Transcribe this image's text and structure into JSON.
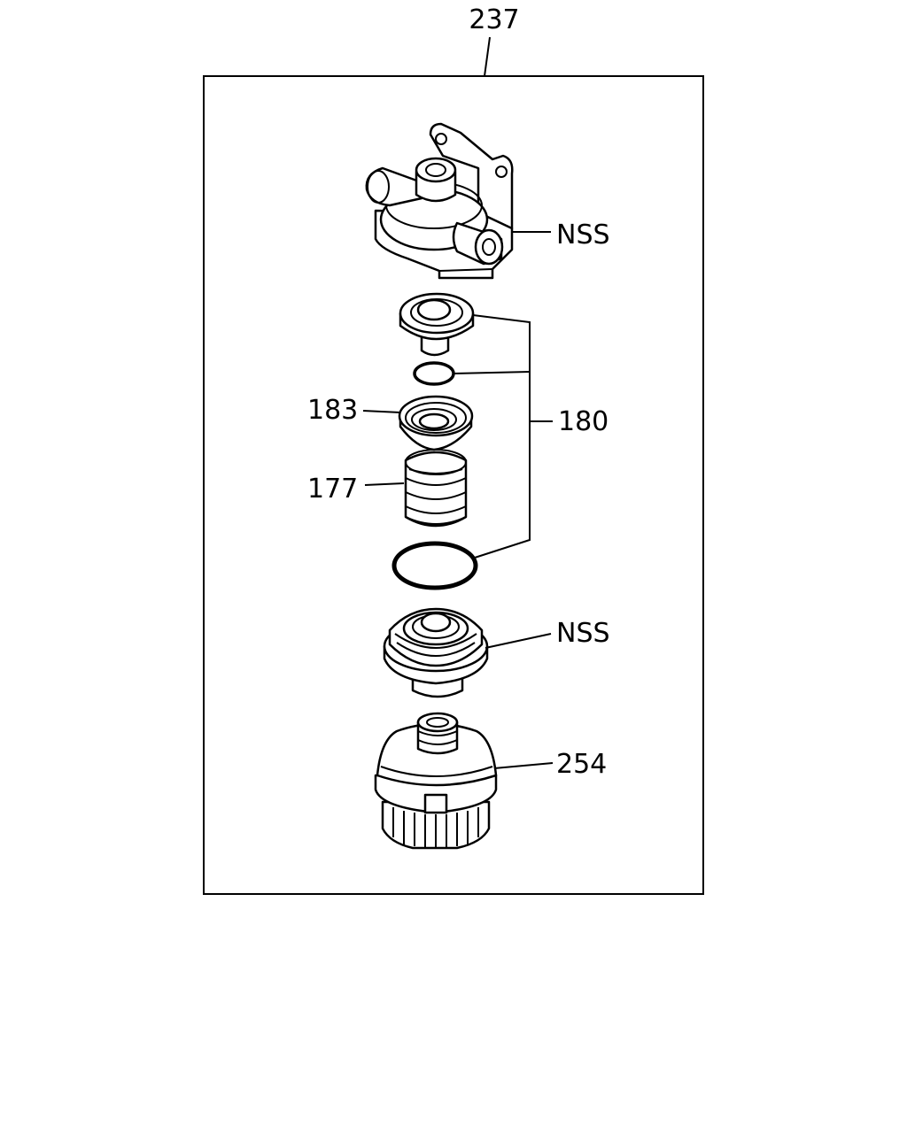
{
  "callouts": {
    "assembly": "237",
    "head_nss": "NSS",
    "kit": "180",
    "seat": "183",
    "spring": "177",
    "body_nss": "NSS",
    "cap": "254"
  }
}
